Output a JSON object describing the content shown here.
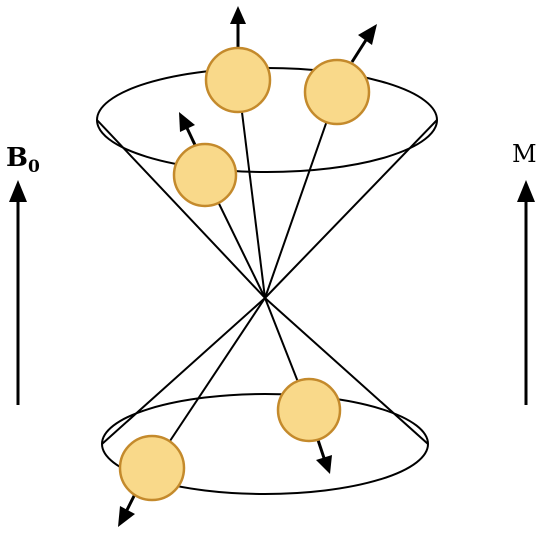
{
  "labels": {
    "field": "B",
    "field_subscript": "0",
    "magnetization": "M"
  },
  "colors": {
    "spin_fill": "#F9D98A",
    "spin_stroke": "#C48A2C",
    "ink": "#000000",
    "background": "#FFFFFF"
  },
  "spins": [
    {
      "id": "top-center",
      "cone": "upper",
      "direction": "up"
    },
    {
      "id": "top-right",
      "cone": "upper",
      "direction": "up-right"
    },
    {
      "id": "top-left",
      "cone": "upper",
      "direction": "up-left"
    },
    {
      "id": "bottom-right",
      "cone": "lower",
      "direction": "down"
    },
    {
      "id": "bottom-left",
      "cone": "lower",
      "direction": "down-left"
    }
  ]
}
